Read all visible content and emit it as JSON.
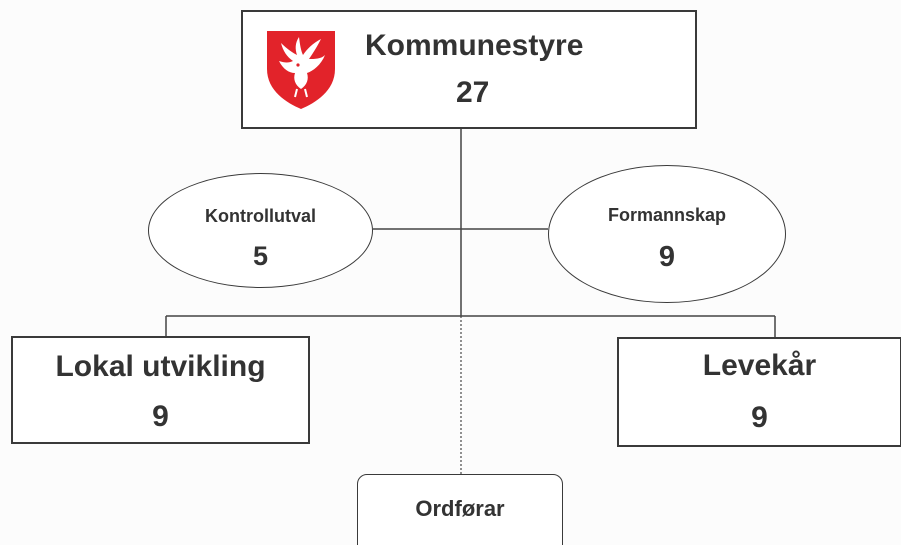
{
  "nodes": {
    "kommunestyre": {
      "title": "Kommunestyre",
      "count": "27"
    },
    "kontrollutval": {
      "title": "Kontrollutval",
      "count": "5"
    },
    "formannskap": {
      "title": "Formannskap",
      "count": "9"
    },
    "lokal_utvikling": {
      "title": "Lokal utvikling",
      "count": "9"
    },
    "levekar": {
      "title": "Levekår",
      "count": "9"
    },
    "ordforar": {
      "title": "Ordførar"
    }
  },
  "colors": {
    "line": "#444444",
    "text": "#333333",
    "logo_red": "#e2232a",
    "logo_white": "#ffffff"
  },
  "icons": {
    "logo": "coat-of-arms-bird-icon"
  }
}
